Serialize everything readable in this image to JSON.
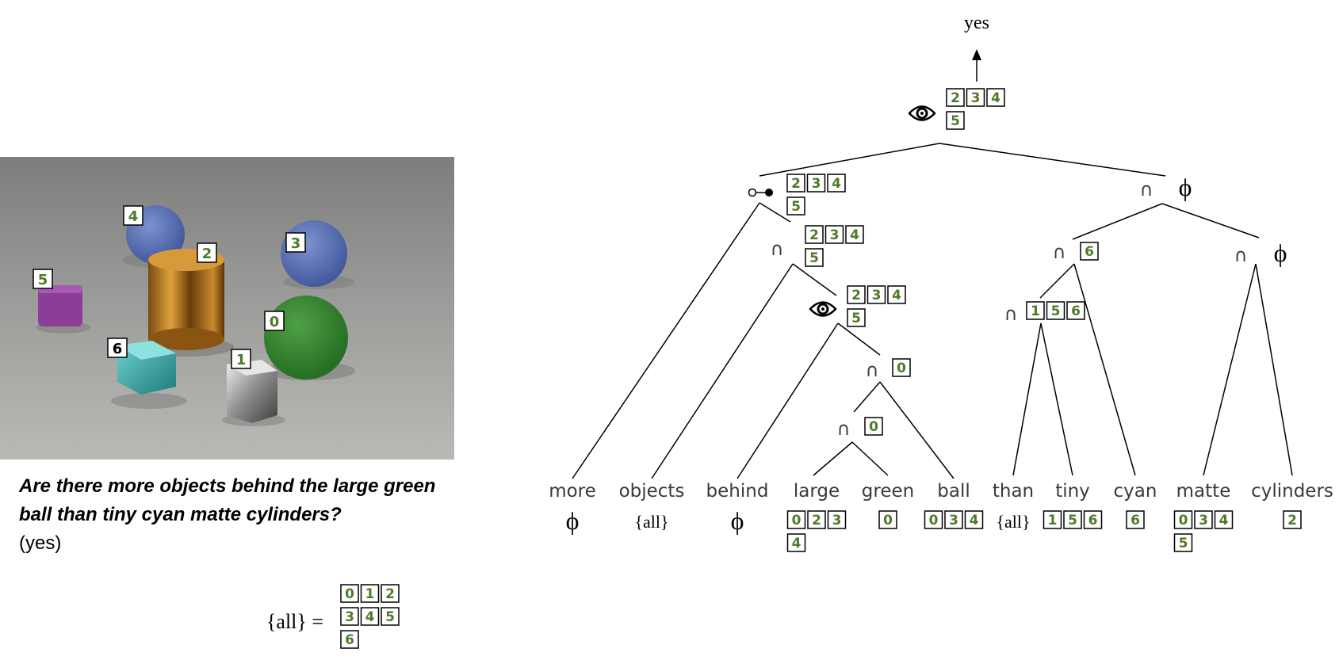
{
  "image_tags": [
    {
      "id": "0",
      "green": true
    },
    {
      "id": "1",
      "green": true
    },
    {
      "id": "2",
      "green": true
    },
    {
      "id": "3",
      "green": true
    },
    {
      "id": "4",
      "green": true
    },
    {
      "id": "5",
      "green": true
    },
    {
      "id": "6",
      "green": false
    }
  ],
  "question": {
    "text": "Are there more objects behind the large green ball than tiny cyan matte cylinders?",
    "answer": "(yes)"
  },
  "all_set": {
    "label": "{all} =",
    "ids": [
      "0",
      "1",
      "2",
      "3",
      "4",
      "5",
      "6"
    ]
  },
  "output": {
    "label": "yes"
  },
  "symbols": {
    "phi": "ϕ",
    "intersect": "∩",
    "all": "{all}"
  },
  "words": [
    {
      "text": "more",
      "result": "phi"
    },
    {
      "text": "objects",
      "result": "all"
    },
    {
      "text": "behind",
      "result": "phi"
    },
    {
      "text": "large",
      "result": [
        "0",
        "2",
        "3",
        "4"
      ]
    },
    {
      "text": "green",
      "result": [
        "0"
      ]
    },
    {
      "text": "ball",
      "result": [
        "0",
        "3",
        "4"
      ]
    },
    {
      "text": "than",
      "result": "all"
    },
    {
      "text": "tiny",
      "result": [
        "1",
        "5",
        "6"
      ]
    },
    {
      "text": "cyan",
      "result": [
        "6"
      ]
    },
    {
      "text": "matte",
      "result": [
        "0",
        "3",
        "4",
        "5"
      ]
    },
    {
      "text": "cylinders",
      "result": [
        "2"
      ]
    }
  ],
  "nodes": [
    {
      "id": "root",
      "op": "exist",
      "result": [
        "2",
        "3",
        "4",
        "5"
      ]
    },
    {
      "id": "more",
      "op": "compare",
      "result": [
        "2",
        "3",
        "4",
        "5"
      ]
    },
    {
      "id": "objects_behind",
      "op": "intersect",
      "result": [
        "2",
        "3",
        "4",
        "5"
      ]
    },
    {
      "id": "behind_rel",
      "op": "relate",
      "result": [
        "2",
        "3",
        "4",
        "5"
      ]
    },
    {
      "id": "large_green_ball",
      "op": "intersect",
      "result": [
        "0"
      ]
    },
    {
      "id": "large_green",
      "op": "intersect",
      "result": [
        "0"
      ]
    },
    {
      "id": "than_cyl",
      "op": "intersect",
      "result": "phi"
    },
    {
      "id": "tiny_cyan",
      "op": "intersect",
      "result": [
        "6"
      ]
    },
    {
      "id": "than_tiny",
      "op": "intersect",
      "result": [
        "1",
        "5",
        "6"
      ]
    },
    {
      "id": "matte_cyl",
      "op": "intersect",
      "result": "phi"
    }
  ]
}
